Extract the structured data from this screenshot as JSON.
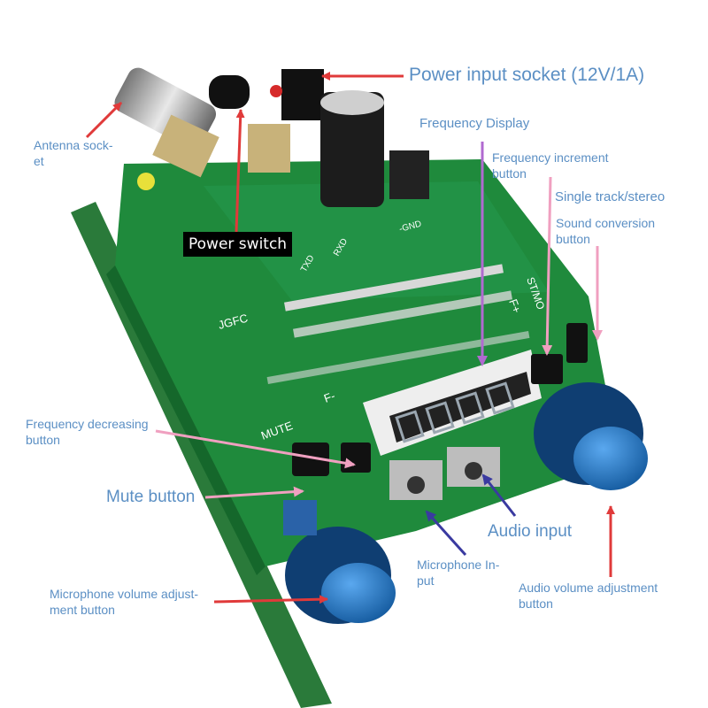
{
  "labels": {
    "power_input": "Power input socket (12V/1A)",
    "antenna_1": "Antenna sock-",
    "antenna_2": "et",
    "frequency_display": "Frequency Display",
    "freq_increment_1": "Frequency increment",
    "freq_increment_2": "button",
    "single_track_stereo": "Single track/stereo",
    "sound_conversion_1": "Sound conversion",
    "sound_conversion_2": "button",
    "power_switch": "Power switch",
    "freq_decrease_1": "Frequency decreasing",
    "freq_decrease_2": "button",
    "mute_button": "Mute button",
    "audio_input": "Audio input",
    "mic_input_1": "Microphone In-",
    "mic_input_2": "put",
    "mic_volume_1": "Microphone volume adjust-",
    "mic_volume_2": "ment button",
    "audio_volume_1": "Audio volume adjustment",
    "audio_volume_2": "button"
  },
  "board_print": {
    "mute": "MUTE",
    "f_minus": "F-",
    "f_plus": "F+",
    "st_mo": "ST/MO",
    "model": "JGFC",
    "gnd": "-GND",
    "rxd": "RXD",
    "txd": "TXD"
  },
  "colors": {
    "label_text": "#5b8fc4",
    "arrow_red": "#e03a3a",
    "arrow_purple": "#b06ad0",
    "arrow_pink": "#f0a0c0",
    "arrow_blue": "#3a3aa0",
    "pcb_green": "#1f8a3c",
    "knob_blue": "#1f78c8"
  }
}
